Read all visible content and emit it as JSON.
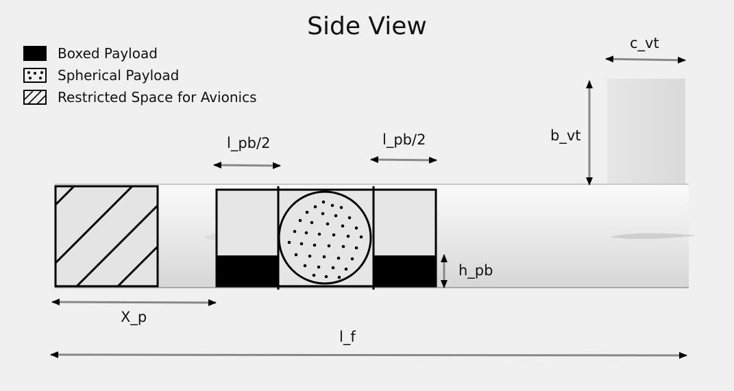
{
  "title": "Side View",
  "legend": [
    {
      "label": "Boxed Payload",
      "icon": "solid-black-swatch"
    },
    {
      "label": "Spherical Payload",
      "icon": "dotted-swatch"
    },
    {
      "label": "Restricted Space for Avionics",
      "icon": "hatched-swatch"
    }
  ],
  "dimensions": {
    "c_vt": "c_vt",
    "b_vt": "b_vt",
    "l_pb_half_left": "l_pb/2",
    "l_pb_half_right": "l_pb/2",
    "h_pb": "h_pb",
    "x_p": "X_p",
    "l_f": "l_f"
  }
}
